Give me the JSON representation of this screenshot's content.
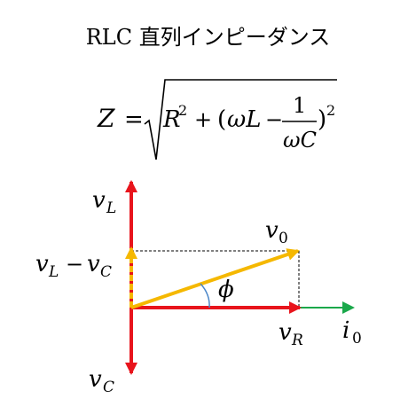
{
  "title": "RLC 直列インピーダンス",
  "formula": {
    "lhs": "Z",
    "eq": "=",
    "r": "R",
    "sq": "2",
    "plus": "+",
    "lparen": "(",
    "omega_l": "ωL",
    "minus": "−",
    "num": "1",
    "den": "ωC",
    "rparen": ")",
    "sq2": "2"
  },
  "phasor": {
    "vl_base": "v",
    "vl_sub": "L",
    "vlvc_a": "v",
    "vlvc_a_sub": "L",
    "vlvc_minus": "−",
    "vlvc_b": "v",
    "vlvc_b_sub": "C",
    "vc_base": "v",
    "vc_sub": "C",
    "v0_base": "v",
    "v0_sub": "0",
    "vr_base": "v",
    "vr_sub": "R",
    "i0_base": "i",
    "i0_sub": "0",
    "phi": "ϕ"
  },
  "colors": {
    "red": "#e8141c",
    "gold": "#f5b800",
    "green": "#1aa84a",
    "angle": "#4a86c8"
  }
}
